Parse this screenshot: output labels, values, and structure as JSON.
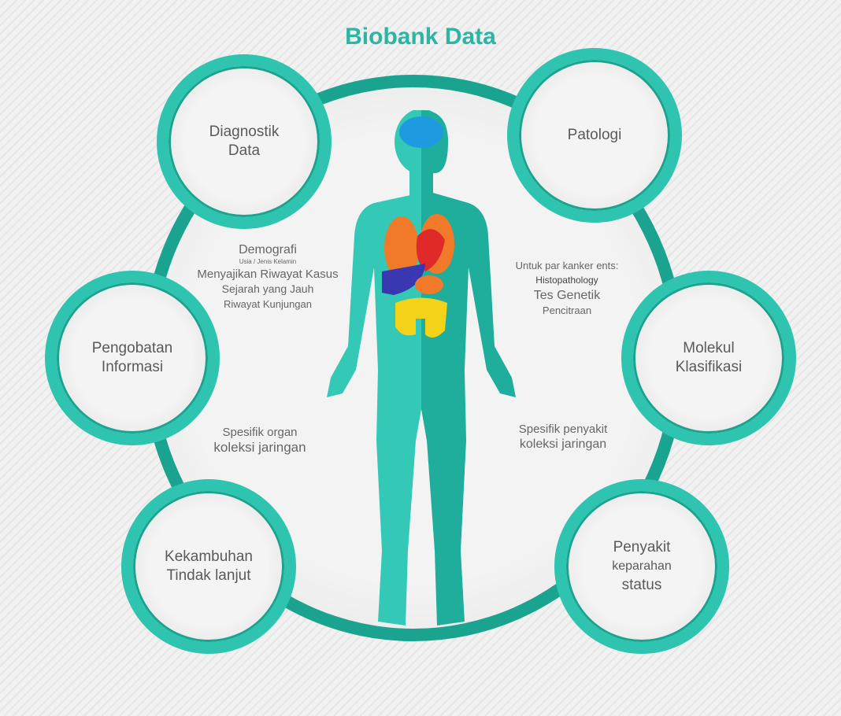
{
  "title": "Biobank Data",
  "colors": {
    "accent": "#2ec4b0",
    "ring": "#1aa38f",
    "title": "#2bb5a3"
  },
  "nodes": [
    {
      "line1": "Diagnostik",
      "line2": "Data"
    },
    {
      "line1": "Patologi",
      "line2": ""
    },
    {
      "line1": "Pengobatan",
      "line2": "Informasi"
    },
    {
      "line1": "Molekul",
      "line2": "Klasifikasi"
    },
    {
      "line1": "Kekambuhan",
      "line2": "Tindak lanjut"
    },
    {
      "line1": "Penyakit",
      "line2": "keparahan",
      "line3": "status"
    }
  ],
  "left_notes": [
    "Demografi",
    "Usia / Jenis Kelamin",
    "Menyajikan Riwayat Kasus",
    "Sejarah yang Jauh",
    "Riwayat Kunjungan"
  ],
  "right_notes": [
    "Untuk par kanker ents:",
    "Histopathology",
    "Tes Genetik",
    "Pencitraan"
  ],
  "left_collection": [
    "Spesifik organ",
    "koleksi jaringan"
  ],
  "right_collection": [
    "Spesifik penyakit",
    "koleksi jaringan"
  ]
}
